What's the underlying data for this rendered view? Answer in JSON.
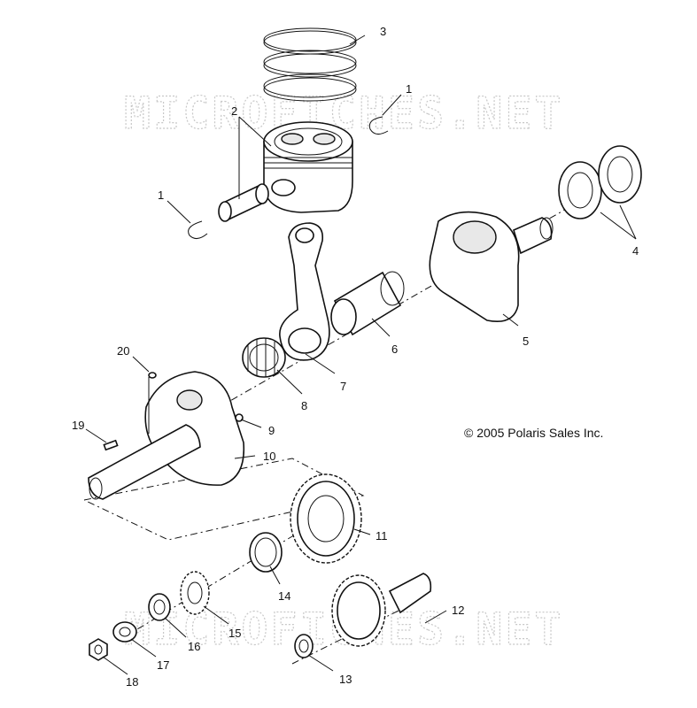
{
  "watermark": "MICROFICHES.NET",
  "copyright": "© 2005 Polaris Sales Inc.",
  "callouts": {
    "c1a": "1",
    "c1b": "1",
    "c2": "2",
    "c3": "3",
    "c4": "4",
    "c5": "5",
    "c6": "6",
    "c7": "7",
    "c8": "8",
    "c9": "9",
    "c10": "10",
    "c11": "11",
    "c12": "12",
    "c13": "13",
    "c14": "14",
    "c15": "15",
    "c16": "16",
    "c17": "17",
    "c18": "18",
    "c19": "19",
    "c20": "20"
  }
}
